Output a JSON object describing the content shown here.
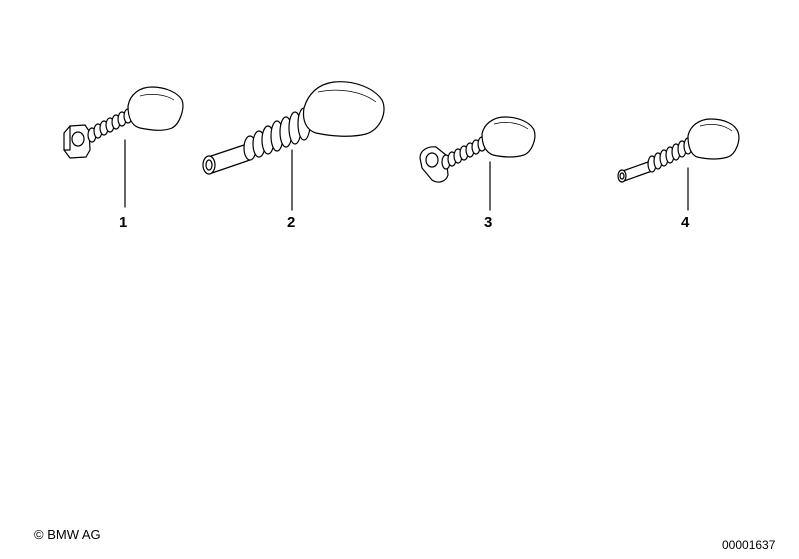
{
  "parts": [
    {
      "label": "1"
    },
    {
      "label": "2"
    },
    {
      "label": "3"
    },
    {
      "label": "4"
    }
  ],
  "footer": {
    "copyright": "© BMW AG",
    "diagram_id": "00001637"
  }
}
